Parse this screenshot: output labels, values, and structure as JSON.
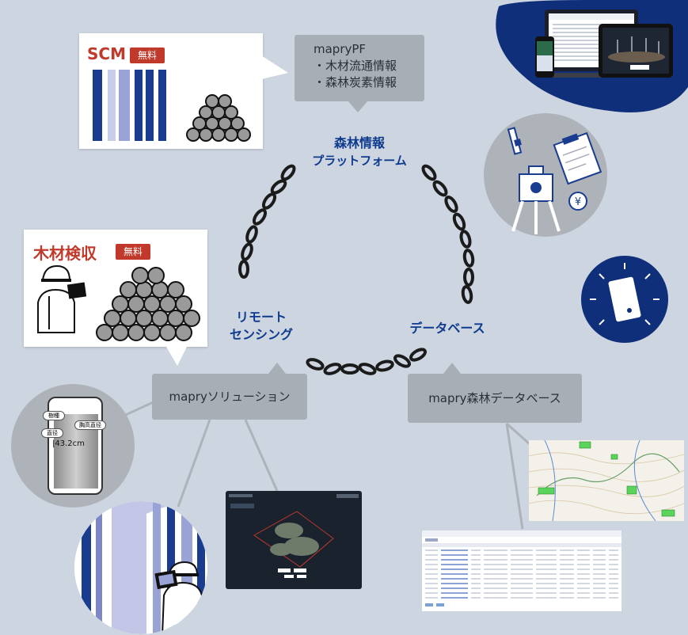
{
  "scm": {
    "title": "SCM",
    "badge": "無料"
  },
  "timber": {
    "title": "木材検収",
    "badge": "無料"
  },
  "pf_box": {
    "name": "mapryPF",
    "line1": "・木材流通情報",
    "line2": "・森林炭素情報"
  },
  "forest_platform": {
    "line1": "森林情報",
    "line2": "プラットフォーム"
  },
  "remote_sensing": {
    "line1": "リモート",
    "line2": "センシング"
  },
  "database_label": "データベース",
  "solution_box": "mapryソリューション",
  "forest_db_box": "mapry森林データベース",
  "phone_overlay": {
    "tag1": "樹種",
    "tag2": "直径",
    "tag3": "胸高直径",
    "measurement": "43.2cm"
  },
  "colors": {
    "background": "#cdd5e1",
    "accent_navy": "#0f3b8e",
    "accent_red": "#c0392b",
    "gray_box": "#a8aeb6"
  },
  "icons": [
    "chain-icon",
    "log-pile-icon",
    "tree-trunks-icon",
    "surveyor-icon",
    "tripod-icon",
    "clipboard-icon",
    "yen-coin-icon",
    "tablet-icon",
    "laptop-icon",
    "map-icon",
    "table-screenshot-icon"
  ]
}
